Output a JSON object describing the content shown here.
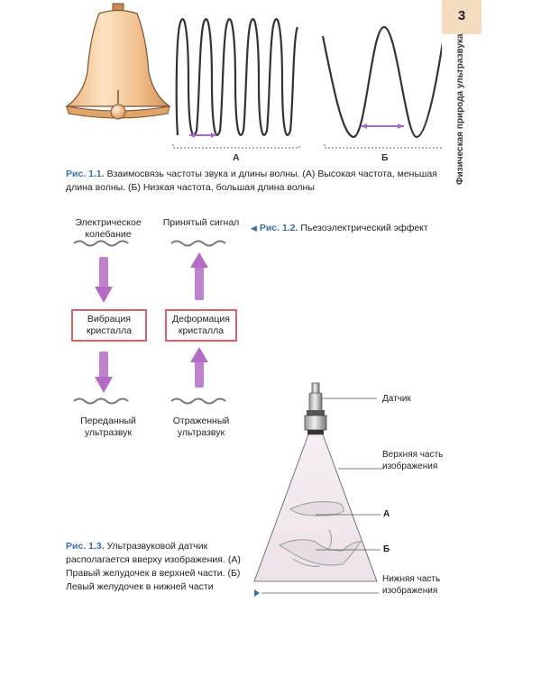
{
  "page_number": "3",
  "running_title": "Физическая природа ультразвука",
  "fig1": {
    "label": "Рис. 1.1.",
    "caption": "Взаимосвязь частоты звука и длины волны. (А) Высокая частота, меньшая длина волны. (Б) Низкая частота, большая длина волны",
    "wave_a_label": "А",
    "wave_b_label": "Б"
  },
  "fig2": {
    "label": "Рис. 1.2.",
    "caption": "Пьезоэлектрический эффект",
    "electric_oscillation": "Электрическое колебание",
    "received_signal": "Принятый сигнал",
    "crystal_vibration": "Вибрация кристалла",
    "crystal_deformation": "Деформация кристалла",
    "transmitted_ultrasound": "Переданный ультразвук",
    "reflected_ultrasound": "Отраженный ультразвук"
  },
  "fig3": {
    "label": "Рис. 1.3.",
    "caption": "Ультразвуковой датчик располагается вверху изображения. (А) Правый желудочек в верхней части. (Б) Левый желудочек в нижней части",
    "transducer": "Датчик",
    "upper_part": "Верхняя часть изображения",
    "label_a": "А",
    "label_b": "Б",
    "lower_part": "Нижняя часть изображения"
  },
  "colors": {
    "arrow": "#b36bc4",
    "box_border": "#d9616b",
    "caption_label": "#3a6ea5",
    "tab": "#f3dcc0"
  }
}
